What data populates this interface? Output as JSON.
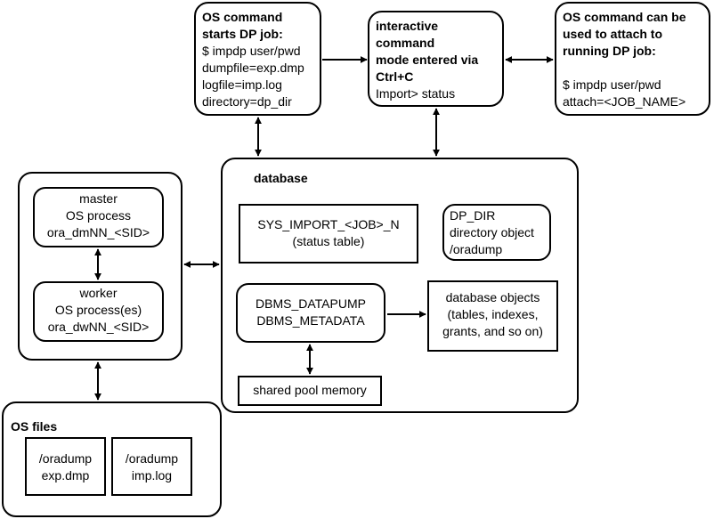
{
  "cmd_start": {
    "title_lines": [
      "OS command",
      "starts DP job:"
    ],
    "lines": [
      "$ impdp user/pwd",
      "dumpfile=exp.dmp",
      "logfile=imp.log",
      "directory=dp_dir"
    ]
  },
  "interactive": {
    "title_lines": [
      "interactive",
      "command",
      "mode entered via",
      "Ctrl+C"
    ],
    "lines": [
      "Import> status"
    ]
  },
  "cmd_attach": {
    "title_lines": [
      "OS command can be",
      "used to attach to",
      "running DP job:"
    ],
    "lines": [
      "$ impdp user/pwd",
      "attach=<JOB_NAME>"
    ]
  },
  "processes": {
    "master": [
      "master",
      "OS process",
      "ora_dmNN_<SID>"
    ],
    "worker": [
      "worker",
      "OS process(es)",
      "ora_dwNN_<SID>"
    ]
  },
  "database": {
    "title": "database",
    "status_table": [
      "SYS_IMPORT_<JOB>_N",
      "(status table)"
    ],
    "dp_dir": [
      "DP_DIR",
      "directory object",
      "/oradump"
    ],
    "packages": [
      "DBMS_DATAPUMP",
      "DBMS_METADATA"
    ],
    "db_objects": [
      "database objects",
      "(tables, indexes,",
      "grants, and so on)"
    ],
    "shared_pool": "shared pool memory"
  },
  "os_files": {
    "title": "OS files",
    "files": [
      [
        "/oradump",
        "exp.dmp"
      ],
      [
        "/oradump",
        "imp.log"
      ]
    ]
  }
}
